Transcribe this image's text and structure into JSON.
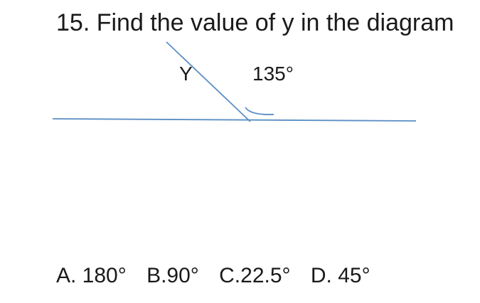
{
  "question": {
    "text": "15. Find the value of y in the diagram"
  },
  "diagram": {
    "label_y": "Y",
    "label_angle": "135°",
    "line_color": "#5b8fc4"
  },
  "options": {
    "a": "A. 180°",
    "b": "B.90°",
    "c": "C.22.5°",
    "d": "D. 45°"
  }
}
